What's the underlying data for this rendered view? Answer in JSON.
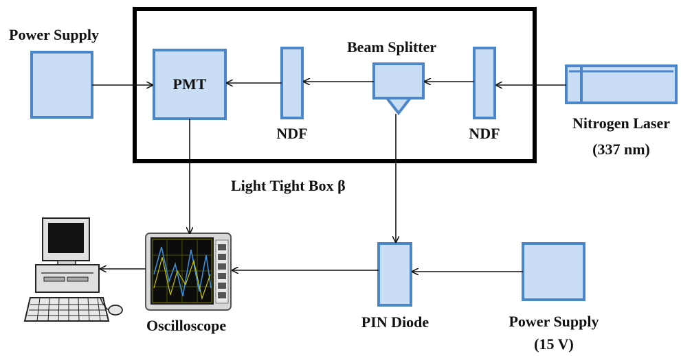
{
  "labels": {
    "power_supply_left": "Power Supply",
    "pmt": "PMT",
    "ndf_left": "NDF",
    "beam_splitter": "Beam Splitter",
    "ndf_right": "NDF",
    "laser_line1": "Nitrogen Laser",
    "laser_line2": "(337 nm)",
    "light_tight_box": "Light Tight Box β",
    "oscilloscope": "Oscilloscope",
    "pin_diode": "PIN Diode",
    "power_supply_right_line1": "Power Supply",
    "power_supply_right_line2": "(15 V)"
  },
  "colors": {
    "component_fill": "#c9ddf4",
    "component_stroke": "#4a86c8",
    "wire": "#111111",
    "light_box_border": "#000000"
  }
}
